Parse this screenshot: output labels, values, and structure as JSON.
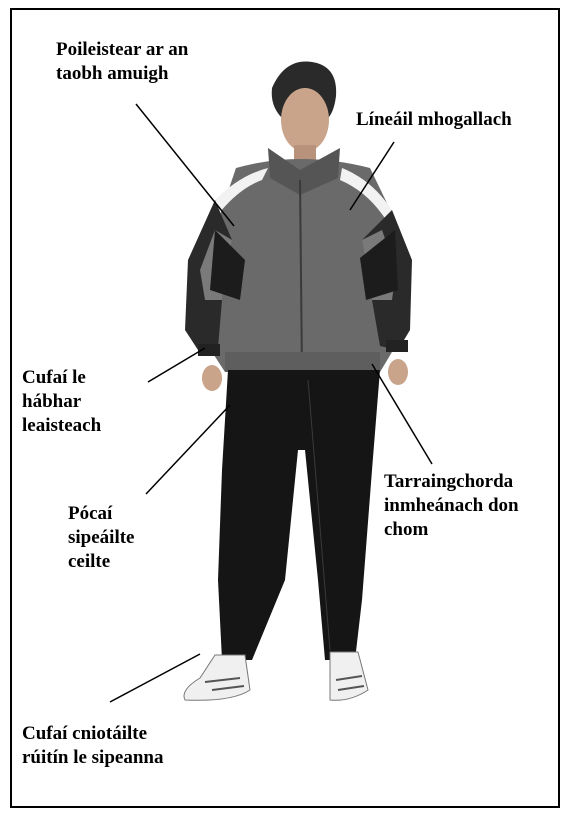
{
  "labels": {
    "outer_shell": "Poileistear ar an\ntaobh amuigh",
    "mesh_lining": "Líneáil mhogallach",
    "elastic_cuffs": "Cufaí le\nhábhar\nleaisteach",
    "drawcord": "Tarraingchorda\ninmheánach don\nchom",
    "zip_pockets": "Pócaí\nsipeáilte\nceilte",
    "ankle_cuffs": "Cufaí cniotáilte\nrúitín le sipeanna"
  },
  "colors": {
    "jacket": "#6a6a6a",
    "jacket_dark": "#1c1c1c",
    "trousers": "#151515",
    "skin": "#c9a48a",
    "hair": "#2a2a2a"
  }
}
